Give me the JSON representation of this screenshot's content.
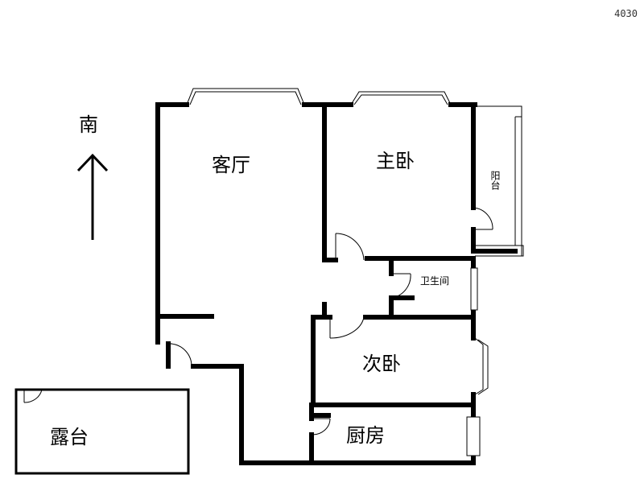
{
  "plan_code": "4030",
  "compass": {
    "label": "南"
  },
  "rooms": {
    "living": "客厅",
    "master_bedroom": "主卧",
    "balcony": "阳台",
    "bathroom": "卫生间",
    "second_bedroom": "次卧",
    "kitchen": "厨房",
    "terrace": "露台"
  }
}
